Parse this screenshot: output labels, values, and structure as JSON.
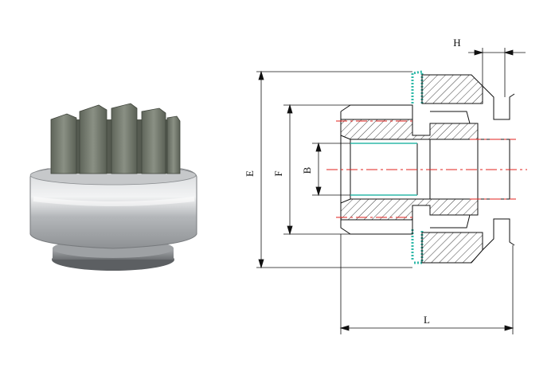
{
  "product_photo": {
    "icon": "starter-drive-pinion-photo",
    "colors": {
      "gear_teeth": "#6f7568",
      "body": "#b9bcc0",
      "flange": "#8a8d90"
    }
  },
  "drawing": {
    "dimension_labels": {
      "e": "E",
      "f": "F",
      "b": "B",
      "h": "H",
      "l": "L"
    },
    "colors": {
      "outline": "#111111",
      "centerline": "#e0201c",
      "spring": "#2fb8a8",
      "hatch": "#111111"
    }
  }
}
